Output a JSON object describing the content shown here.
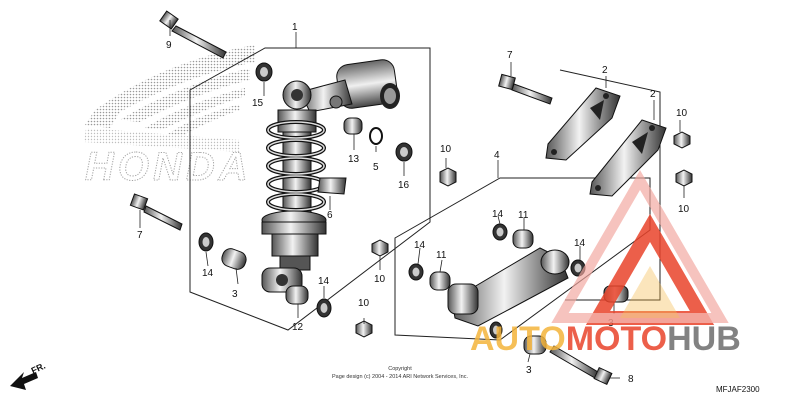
{
  "diagram": {
    "brand_watermark": "HONDA",
    "callouts": {
      "c1": "1",
      "c2a": "2",
      "c2b": "2",
      "c3a": "3",
      "c3b": "3",
      "c3c": "3",
      "c4": "4",
      "c5": "5",
      "c6": "6",
      "c7a": "7",
      "c7b": "7",
      "c8": "8",
      "c9": "9",
      "c10a": "10",
      "c10b": "10",
      "c10c": "10",
      "c10d": "10",
      "c10e": "10",
      "c11a": "11",
      "c11b": "11",
      "c12": "12",
      "c13": "13",
      "c14a": "14",
      "c14b": "14",
      "c14c": "14",
      "c14d": "14",
      "c14e": "14",
      "c15": "15",
      "c16": "16"
    },
    "direction_label": "FR.",
    "copyright_line1": "Copyright",
    "copyright_line2": "Page design (c) 2004 - 2014 ARI Network Services, Inc.",
    "diagram_code": "MFJAF2300"
  },
  "watermark": {
    "part1": "AUTO",
    "part2": "MOTO",
    "part3": "HUB",
    "colors": {
      "orange": "#f4b43c",
      "red": "#e9442b",
      "gray": "#6d6d6d"
    }
  }
}
